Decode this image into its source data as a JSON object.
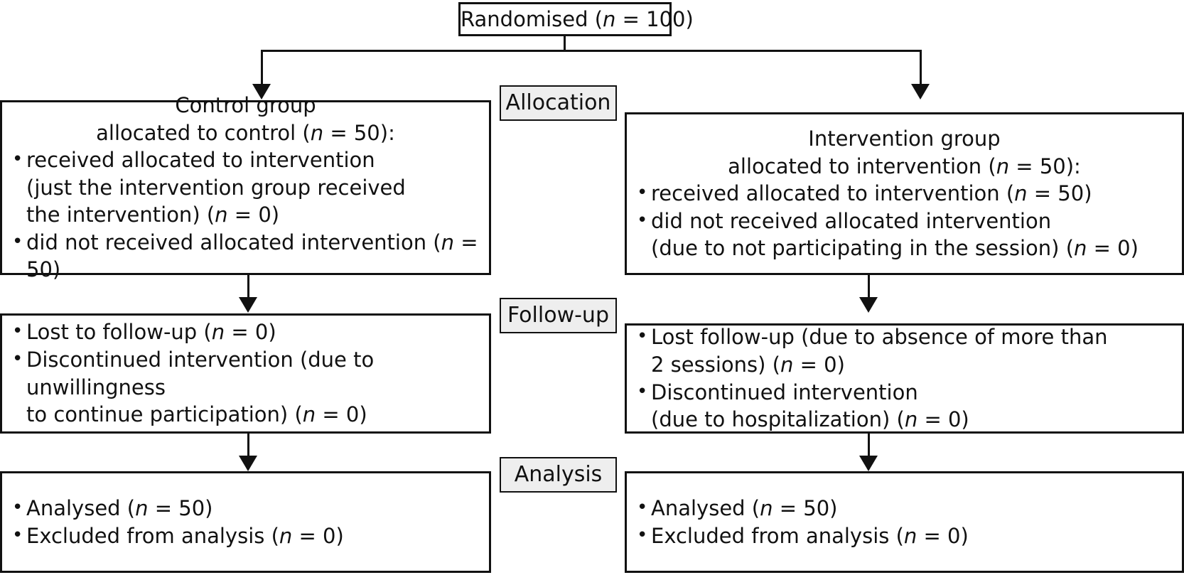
{
  "diagram": {
    "type": "consort-flow-diagram",
    "title_box": {
      "label": "Randomised (n = 100)",
      "n": 100
    },
    "stages": [
      {
        "key": "allocation",
        "label": "Allocation"
      },
      {
        "key": "followup",
        "label": "Follow-up"
      },
      {
        "key": "analysis",
        "label": "Analysis"
      }
    ],
    "arms": {
      "control": {
        "allocation": {
          "heading_line_1": "Control group",
          "heading_line_2": "allocated to control (n = 50):",
          "bullets": [
            "received allocated to intervention\n(just the intervention group received\nthe intervention) (n = 0)",
            "did not received allocated intervention (n = 50)"
          ]
        },
        "followup": {
          "bullets": [
            "Lost to follow-up (n = 0)",
            "Discontinued intervention (due to unwillingness\nto continue participation) (n = 0)"
          ]
        },
        "analysis": {
          "bullets": [
            "Analysed (n = 50)",
            "Excluded from analysis (n = 0)"
          ]
        }
      },
      "intervention": {
        "allocation": {
          "heading_line_1": "Intervention group",
          "heading_line_2": "allocated to intervention (n = 50):",
          "bullets": [
            "received allocated to intervention (n = 50)",
            "did not received allocated intervention\n(due to not participating in the session) (n = 0)"
          ]
        },
        "followup": {
          "bullets": [
            "Lost follow-up (due to absence of more than\n2 sessions) (n = 0)",
            "Discontinued intervention\n(due to hospitalization) (n = 0)"
          ]
        },
        "analysis": {
          "bullets": [
            "Analysed (n = 50)",
            "Excluded from analysis (n = 0)"
          ]
        }
      }
    },
    "counts": {
      "randomised_total": 100,
      "control_allocated": 50,
      "control_received": 0,
      "control_not_received": 50,
      "control_lost_followup": 0,
      "control_discontinued": 0,
      "control_analysed": 50,
      "control_excluded": 0,
      "intervention_allocated": 50,
      "intervention_received": 50,
      "intervention_not_received": 0,
      "intervention_lost_followup": 0,
      "intervention_discontinued": 0,
      "intervention_analysed": 50,
      "intervention_excluded": 0
    },
    "colors": {
      "line": "#111111",
      "box_fill": "#ffffff",
      "stage_fill": "#eeeeee",
      "text": "#111111"
    }
  }
}
